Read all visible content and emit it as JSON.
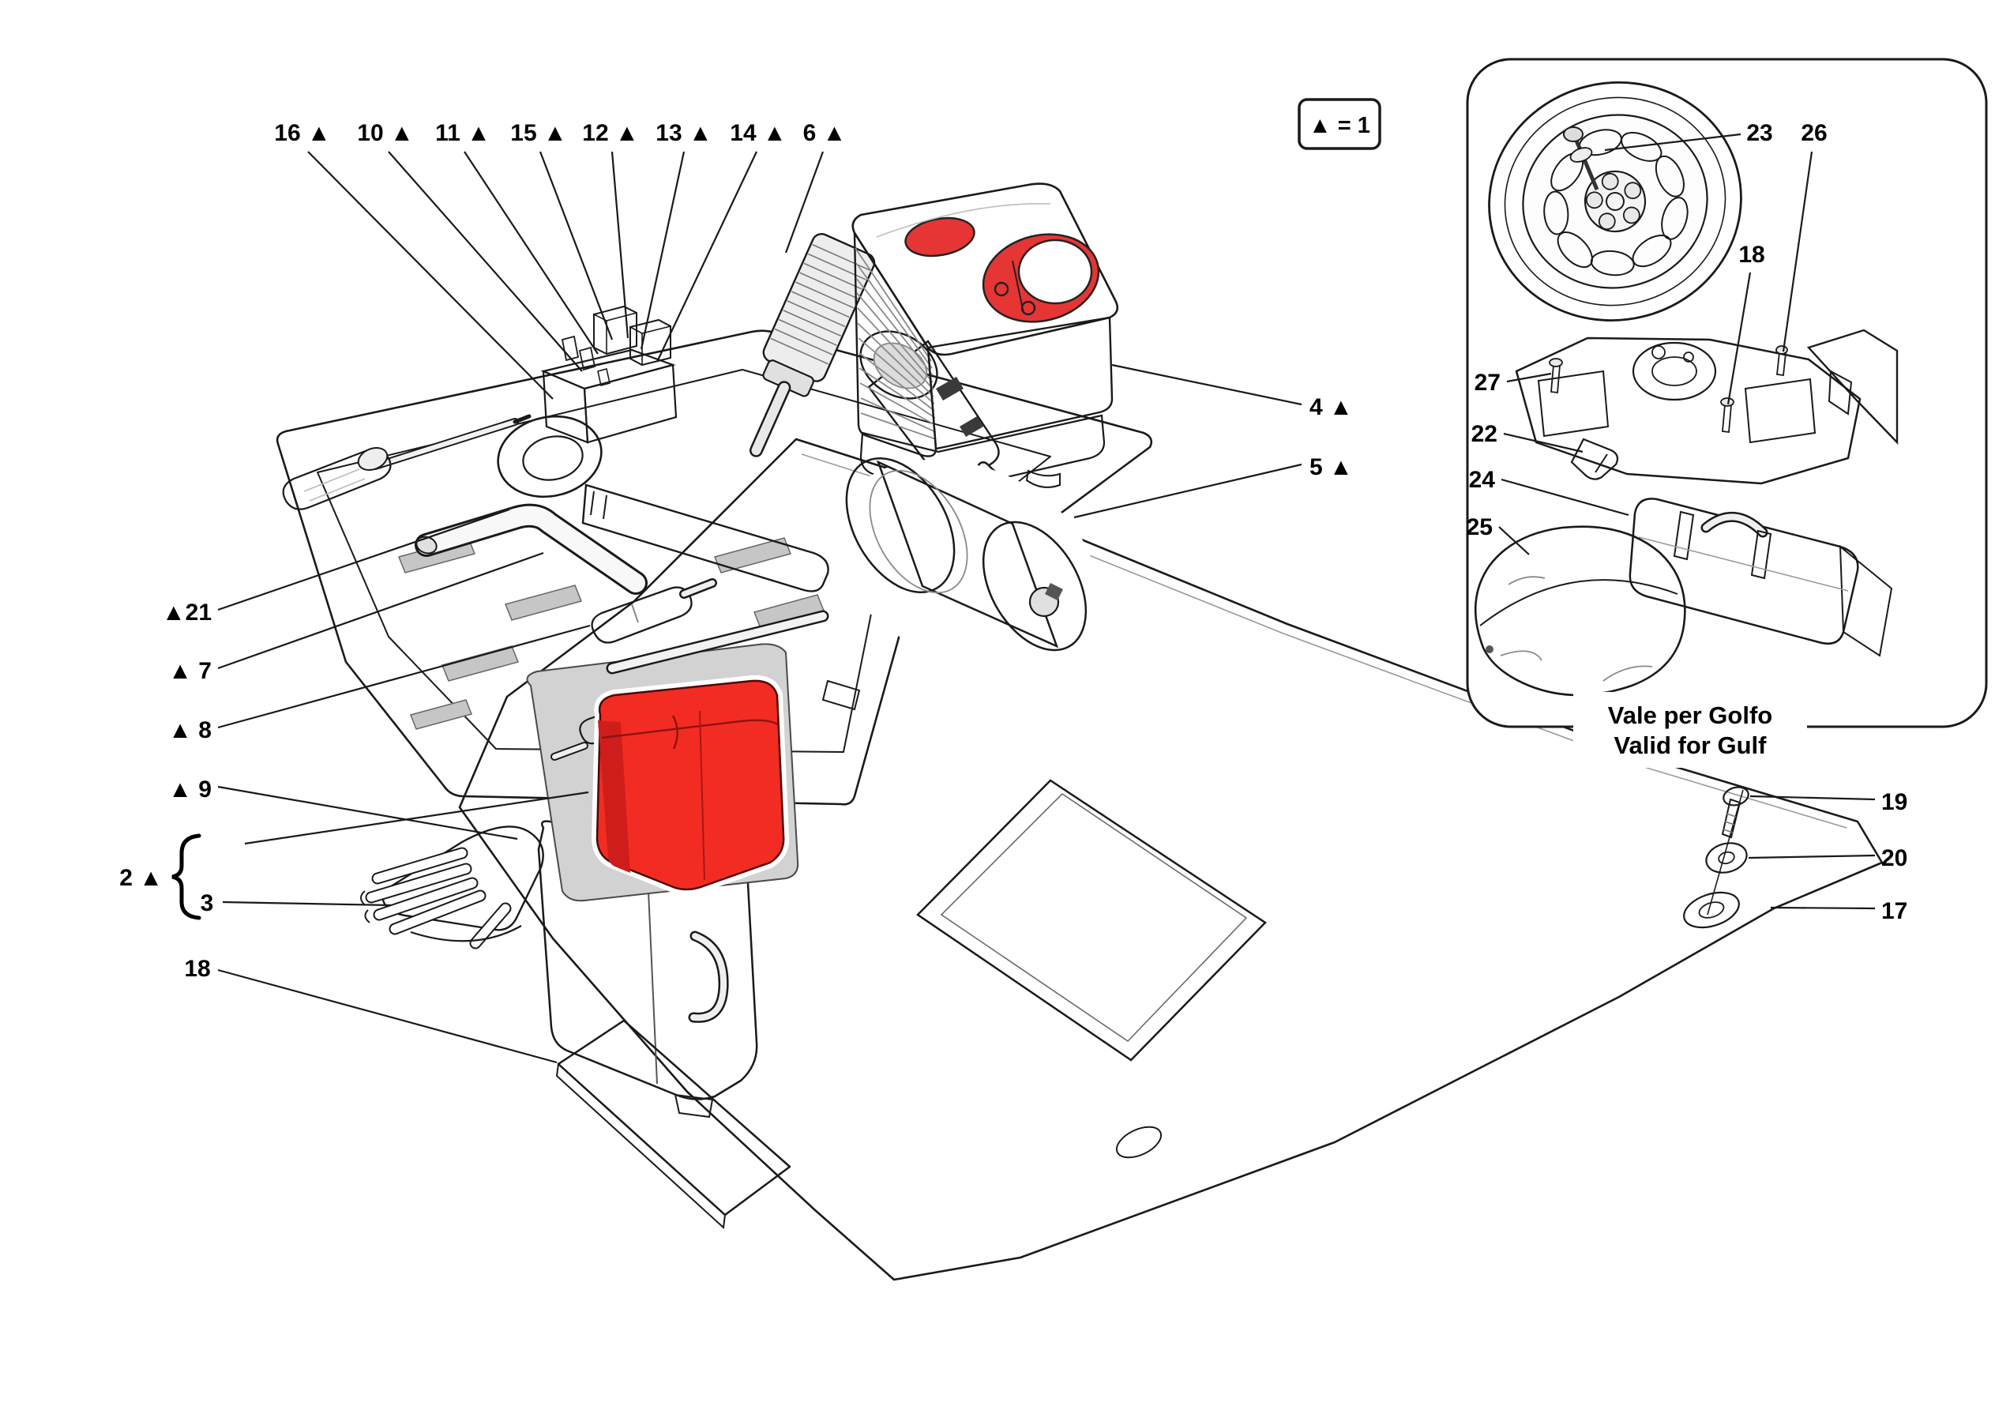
{
  "colors": {
    "highlight": "#f22c23",
    "highlight_dark": "#cf1d1b",
    "accent_red": "#e63535",
    "line": "#1a1a1a",
    "panel_gray": "#e6e6e6",
    "foam_gray": "#d9d9d9"
  },
  "legend": {
    "text": "▲ = 1"
  },
  "callouts": {
    "top": {
      "c16": "16 ▲",
      "c10": "10 ▲",
      "c11": "11 ▲",
      "c15": "15 ▲",
      "c12": "12 ▲",
      "c13": "13 ▲",
      "c14": "14 ▲",
      "c6": "6 ▲"
    },
    "left": {
      "c21": "▲21",
      "c7": "▲ 7",
      "c8": "▲ 8",
      "c9": "▲ 9",
      "c2": "2 ▲",
      "c3": "3",
      "c18": "18"
    },
    "right": {
      "c4": "4 ▲",
      "c5": "5 ▲",
      "c19": "19",
      "c20": "20",
      "c17": "17"
    },
    "inset": {
      "c23": "23",
      "c26": "26",
      "c18": "18",
      "c27": "27",
      "c22": "22",
      "c24": "24",
      "c25": "25"
    }
  },
  "inset_caption": {
    "line1": "Vale per Golfo",
    "line2": "Valid for Gulf"
  }
}
